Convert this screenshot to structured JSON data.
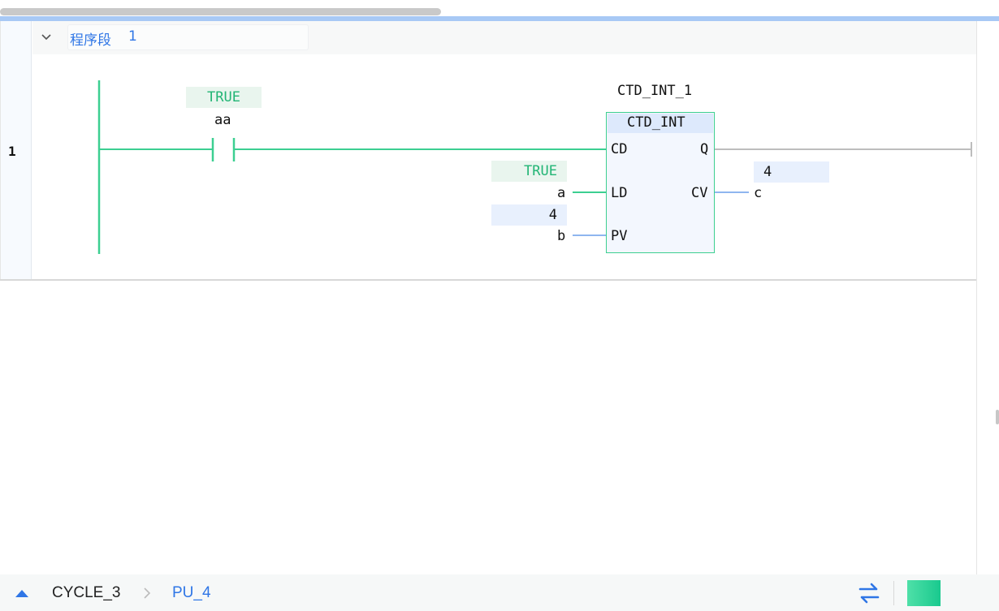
{
  "network": {
    "title": "程序段",
    "number": "1",
    "rung_number": "1"
  },
  "contact": {
    "variable": "aa",
    "value": "TRUE"
  },
  "function_block": {
    "instance": "CTD_INT_1",
    "type": "CTD_INT",
    "inputs": [
      {
        "pin": "CD"
      },
      {
        "pin": "LD",
        "variable": "a",
        "value": "TRUE"
      },
      {
        "pin": "PV",
        "variable": "b",
        "value": "4"
      }
    ],
    "outputs": [
      {
        "pin": "Q"
      },
      {
        "pin": "CV",
        "variable": "c",
        "value": "4"
      }
    ]
  },
  "statusbar": {
    "crumbs": [
      "CYCLE_3",
      "PU_4"
    ]
  },
  "icons": {
    "collapse": "chevron-down-icon",
    "up": "triangle-up-icon",
    "separator": "chevron-right-icon",
    "swap": "swap-arrows-icon"
  },
  "colors": {
    "energized": "#3ccf91",
    "wire_blue": "#8fb6ef",
    "wire_gray": "#bdbdbd",
    "accent": "#2f76e6"
  }
}
